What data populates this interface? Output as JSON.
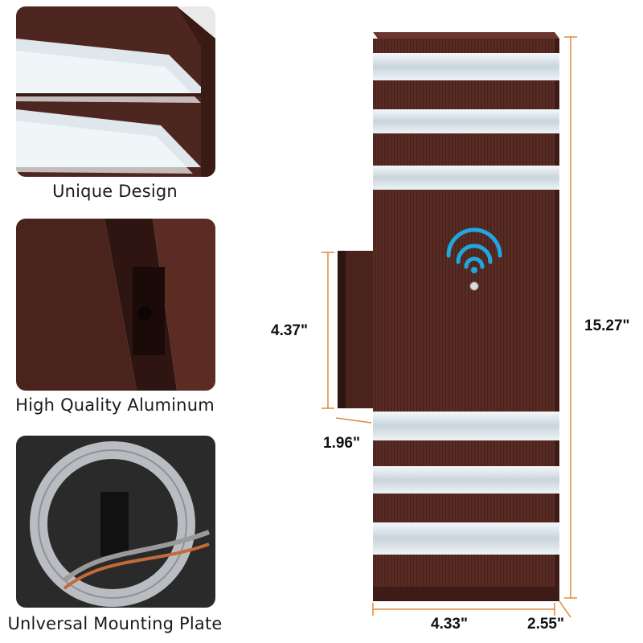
{
  "features": [
    {
      "id": "design",
      "caption": "Unique Design"
    },
    {
      "id": "aluminum",
      "caption": "High Quality Aluminum"
    },
    {
      "id": "plate",
      "caption": "Unlversal Mounting Plate"
    }
  ],
  "dimensions": {
    "mount_height": "4.37\"",
    "mount_depth": "1.96\"",
    "total_height": "15.27\"",
    "width": "4.33\"",
    "depth": "2.55\""
  },
  "colors": {
    "body": "#5a2c24",
    "body_dark": "#3d1c17",
    "glass": "#dfe8ee",
    "sensor": "#1fa8e0",
    "dim_line": "#e08a3c"
  },
  "icons": [
    "motion-sensor-icon"
  ]
}
